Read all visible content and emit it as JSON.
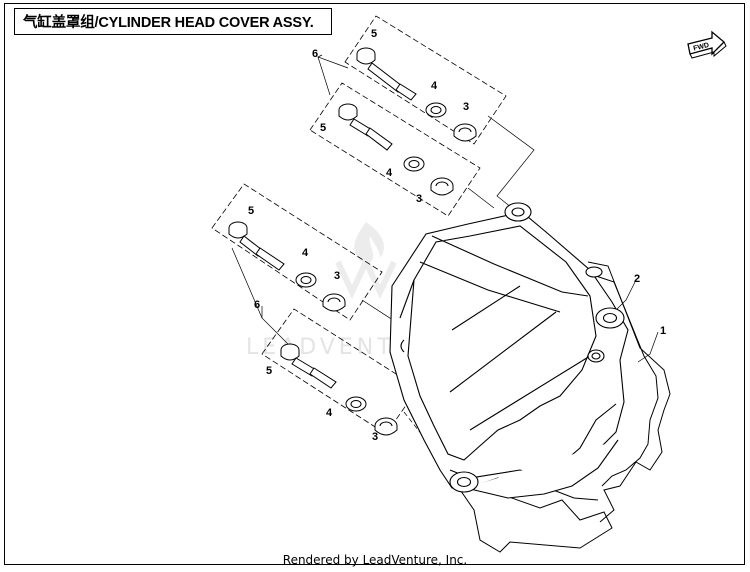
{
  "title": "气缸盖罩组/CYLINDER HEAD COVER ASSY.",
  "credit": "Rendered by LeadVenture, Inc.",
  "watermark": "LEADVENTURE",
  "fwd_label": "FWD",
  "callouts": [
    "1",
    "2",
    "3",
    "3",
    "3",
    "3",
    "4",
    "4",
    "4",
    "4",
    "5",
    "5",
    "5",
    "5",
    "6",
    "6"
  ]
}
